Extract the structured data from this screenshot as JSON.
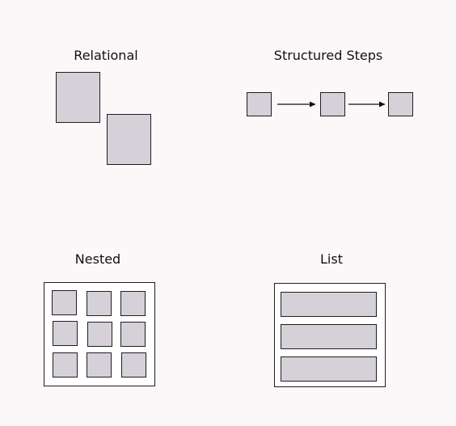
{
  "panels": {
    "relational": {
      "title": "Relational"
    },
    "structured_steps": {
      "title": "Structured Steps"
    },
    "nested": {
      "title": "Nested"
    },
    "list": {
      "title": "List"
    }
  },
  "colors": {
    "background": "#fcf7f8",
    "box_fill": "#d6d0d9",
    "stroke": "#1f1f1f",
    "frame_fill": "#ffffff"
  }
}
